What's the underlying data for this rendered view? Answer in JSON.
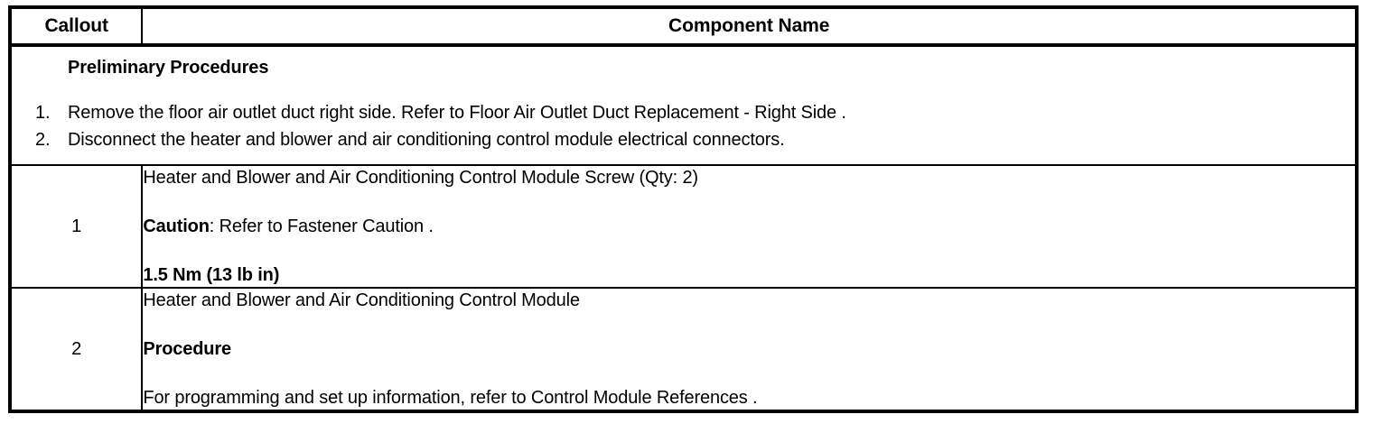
{
  "table": {
    "headers": {
      "callout": "Callout",
      "component_name": "Component Name"
    },
    "preliminary": {
      "title": "Preliminary Procedures",
      "steps": [
        {
          "number": "1.",
          "text": "Remove the floor air outlet duct right side. Refer to Floor Air Outlet Duct Replacement - Right Side ."
        },
        {
          "number": "2.",
          "text": "Disconnect the heater and blower and air conditioning control module electrical connectors."
        }
      ]
    },
    "rows": [
      {
        "callout": "1",
        "lines": [
          {
            "text": "Heater and Blower and Air Conditioning Control Module Screw (Qty: 2)",
            "style": "normal"
          },
          {
            "lead": "Caution",
            "text": ": Refer to Fastener Caution .",
            "style": "lead-normal"
          },
          {
            "text": "1.5 Nm (13 lb in)",
            "style": "bold"
          }
        ]
      },
      {
        "callout": "2",
        "lines": [
          {
            "text": "Heater and Blower and Air Conditioning Control Module",
            "style": "normal"
          },
          {
            "text": "Procedure",
            "style": "bold"
          },
          {
            "text": "For programming and set up information, refer to Control Module References .",
            "style": "normal"
          }
        ]
      }
    ]
  },
  "colors": {
    "border": "#000000",
    "text": "#000000",
    "background": "#ffffff"
  }
}
